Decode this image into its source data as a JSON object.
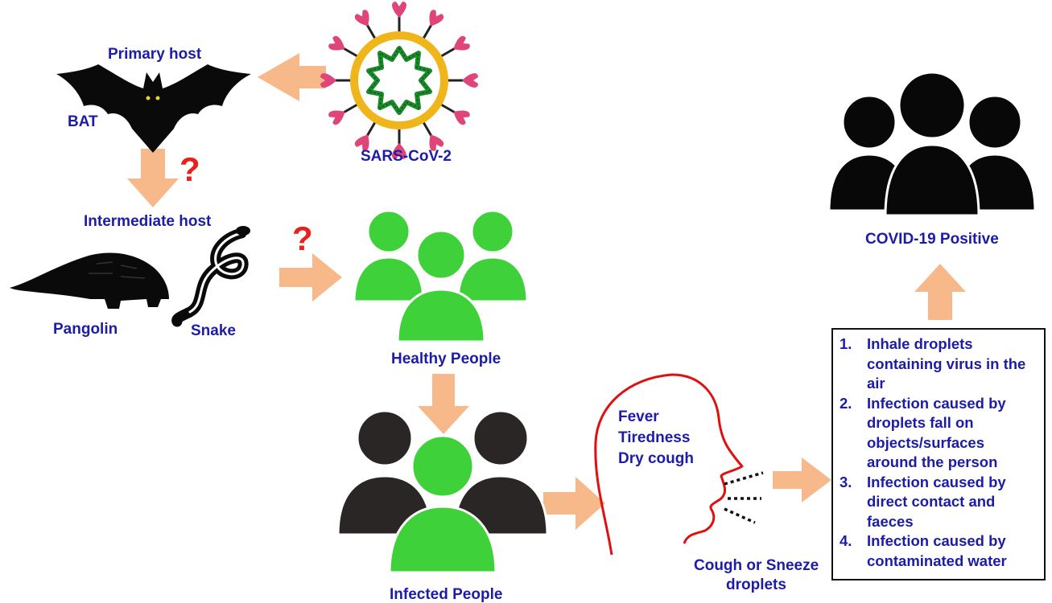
{
  "labels": {
    "primary_host": "Primary host",
    "bat": "BAT",
    "virus": "SARS-CoV-2",
    "intermediate_host": "Intermediate host",
    "pangolin": "Pangolin",
    "snake": "Snake",
    "healthy_people": "Healthy People",
    "infected_people": "Infected  People",
    "cough_line1": "Cough or Sneeze",
    "cough_line2": "droplets",
    "covid_positive": "COVID-19 Positive",
    "unknown_mark": "?"
  },
  "symptoms": [
    "Fever",
    "Tiredness",
    "Dry cough"
  ],
  "transmission": [
    {
      "num": "1.",
      "text": "Inhale droplets containing virus in the air"
    },
    {
      "num": "2.",
      "text": "Infection caused by droplets fall on objects/surfaces around the person"
    },
    {
      "num": "3.",
      "text": "Infection caused by direct contact and faeces"
    },
    {
      "num": "4.",
      "text": "Infection caused by contaminated water"
    }
  ],
  "colors": {
    "label_text": "#1c1ca8",
    "question_mark": "#e8201e",
    "arrow": "#f7b98a",
    "healthy_green": "#3fd13a",
    "infected_dark": "#2a2626",
    "face_outline": "#e01010",
    "virus_ring": "#f1b51c",
    "virus_rna": "#1a8a2a",
    "spike": "#e0457a"
  }
}
